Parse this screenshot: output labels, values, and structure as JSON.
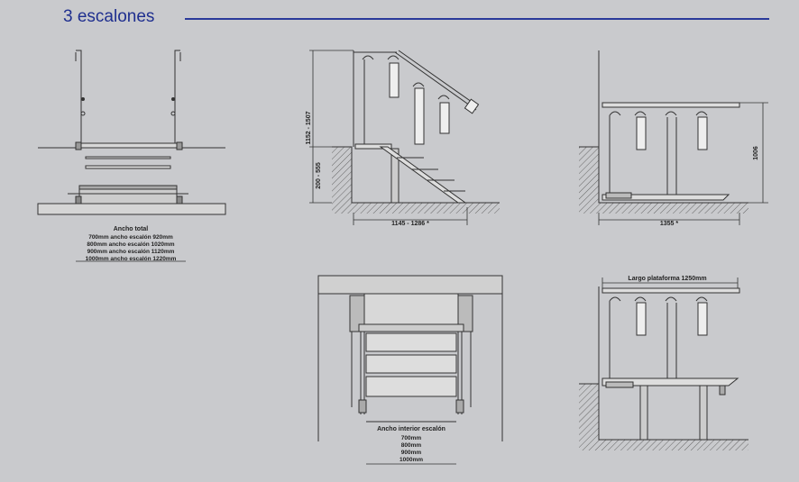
{
  "header": {
    "title": "3 escalones"
  },
  "front_view": {
    "heading": "Ancho total",
    "rows": [
      "700mm ancho escalón 920mm",
      "800mm ancho escalón 1020mm",
      "900mm ancho escalón 1120mm",
      "1000mm ancho escalón 1220mm"
    ]
  },
  "side_view": {
    "height_dim": "1152 - 1507",
    "step_height_dim": "200 - 555",
    "length_dim": "1145 - 1286 *"
  },
  "rear_view": {
    "height_dim": "1006",
    "length_dim": "1355 *"
  },
  "top_view": {
    "heading": "Ancho interior escalón",
    "widths": [
      "700mm",
      "800mm",
      "900mm",
      "1000mm"
    ]
  },
  "extended_view": {
    "platform_label": "Largo plataforma 1250mm"
  },
  "colors": {
    "title": "#1f2f8f",
    "background": "#c9cacd",
    "line": "#333333"
  }
}
